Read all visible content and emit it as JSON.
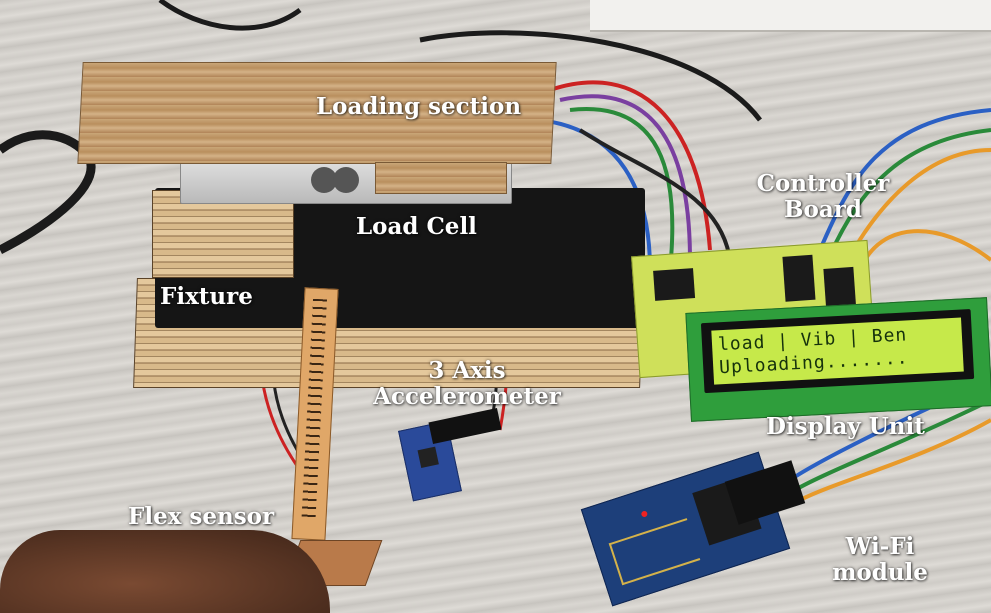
{
  "labels": {
    "loading_section": "Loading section",
    "load_cell": "Load Cell",
    "fixture": "Fixture",
    "accelerometer_line1": "3 Axis",
    "accelerometer_line2": "Accelerometer",
    "controller_line1": "Controller",
    "controller_line2": "Board",
    "display_unit": "Display Unit",
    "flex_sensor": "Flex sensor",
    "wifi_line1": "Wi-Fi",
    "wifi_line2": "module"
  },
  "lcd": {
    "line1": "load | Vib | Ben",
    "line2": "Uploading......."
  },
  "colors": {
    "label_text": "#ffffff",
    "lcd_backlight": "#c6e94a",
    "pcb_green": "#cfe05a",
    "wifi_board_blue": "#1d3f7a"
  }
}
